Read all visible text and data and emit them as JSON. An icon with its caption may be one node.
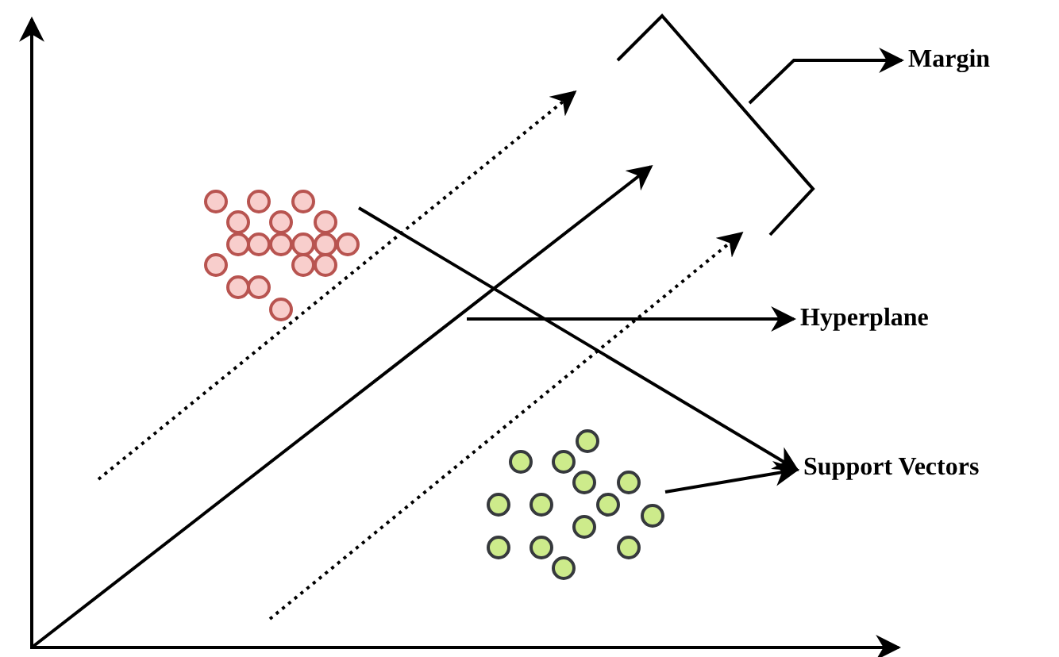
{
  "diagram": {
    "nodes": [
      {
        "text": [
          "Margin"
        ]
      },
      {
        "text": [
          "Hyperplane"
        ]
      },
      {
        "text": [
          "Support Vectors"
        ]
      },
      {
        "text": [],
        "shape": "picture"
      },
      {
        "text": [],
        "shape": "picture"
      },
      {
        "text": [],
        "shape": "bracket"
      }
    ],
    "edges": [
      {
        "from": 5,
        "to": 0,
        "arrow": "to"
      },
      {
        "from": null,
        "to": 1,
        "arrow": "to"
      },
      {
        "from": 3,
        "to": 2,
        "arrow": "to"
      },
      {
        "from": 4,
        "to": 2,
        "arrow": "to"
      }
    ]
  }
}
